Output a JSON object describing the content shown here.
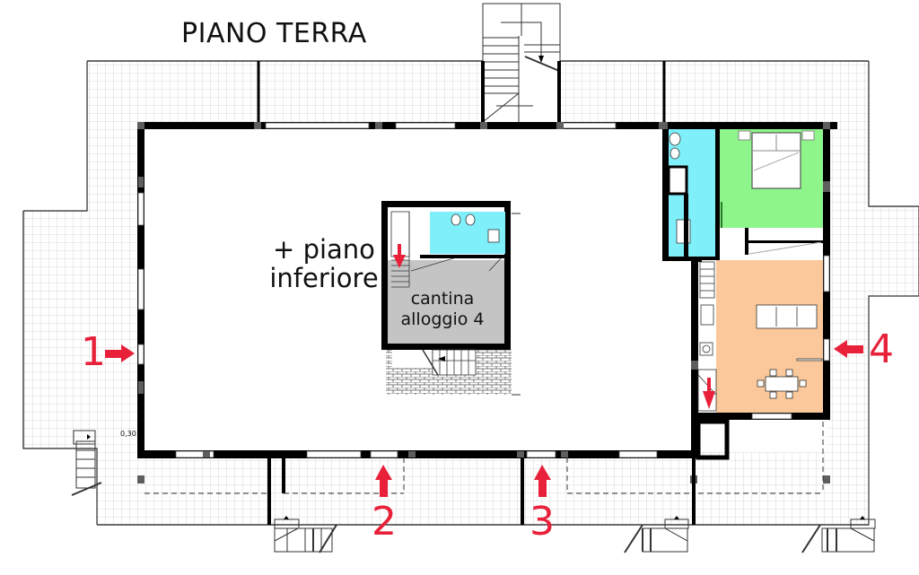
{
  "plan": {
    "title": "PIANO TERRA",
    "lower_floor_label_line1": "+ piano",
    "lower_floor_label_line2": "inferiore",
    "cellar_label_line1": "cantina",
    "cellar_label_line2": "alloggio 4",
    "dimension_label": "0,30",
    "entrances": [
      {
        "number": "1",
        "direction": "right"
      },
      {
        "number": "2",
        "direction": "up"
      },
      {
        "number": "3",
        "direction": "up"
      },
      {
        "number": "4",
        "direction": "left"
      }
    ]
  },
  "colors": {
    "wall": "#000000",
    "wall_column": "#5a5a5a",
    "grid_line": "#c8c8c8",
    "bathroom": "#7ff0fa",
    "bedroom": "#8df58a",
    "living_room": "#fac89a",
    "cellar": "#c4c4c4",
    "arrow": "#e8203a"
  },
  "icons": {
    "entrance_arrow": "red-arrow-icon",
    "stair_direction": "stair-arrow-icon"
  }
}
